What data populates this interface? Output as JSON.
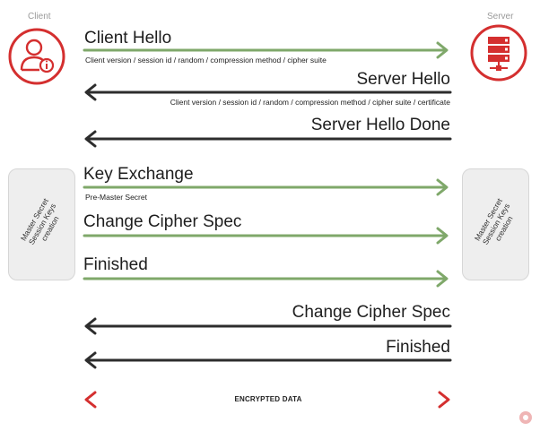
{
  "client": {
    "label": "Client",
    "icon": "user-info-icon"
  },
  "server": {
    "label": "Server",
    "icon": "server-stack-icon"
  },
  "colors": {
    "green": "#7fa86a",
    "dark": "#2d2d2d",
    "red": "#d42f2f",
    "brand": "#d42f2f"
  },
  "messages": {
    "client_hello": {
      "title": "Client Hello",
      "detail": "Client version / session id / random / compression method / cipher suite"
    },
    "server_hello": {
      "title": "Server Hello",
      "detail": "Client version / session id / random / compression method / cipher suite / certificate"
    },
    "server_hello_done": {
      "title": "Server Hello Done"
    },
    "key_exchange": {
      "title": "Key Exchange",
      "detail": "Pre-Master Secret"
    },
    "change_cipher_spec_client": {
      "title": "Change Cipher Spec"
    },
    "finished_client": {
      "title": "Finished"
    },
    "change_cipher_spec_server": {
      "title": "Change Cipher Spec"
    },
    "finished_server": {
      "title": "Finished"
    },
    "encrypted": {
      "label": "ENCRYPTED DATA"
    }
  },
  "boxes": {
    "client_box": {
      "text": "Master Secret Session Keys creation"
    },
    "server_box": {
      "text": "Master Secret Session Keys creation"
    }
  }
}
